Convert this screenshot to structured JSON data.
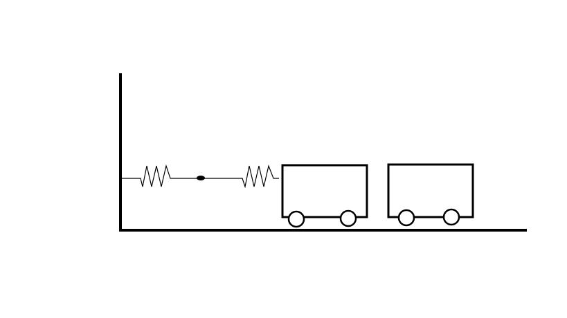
{
  "diagram": {
    "description_elements": [
      "wall",
      "floor",
      "spring-1",
      "joint-mass",
      "spring-2",
      "cart-1",
      "cart-2"
    ],
    "colors": {
      "ink": "#000000",
      "background": "#ffffff"
    }
  }
}
